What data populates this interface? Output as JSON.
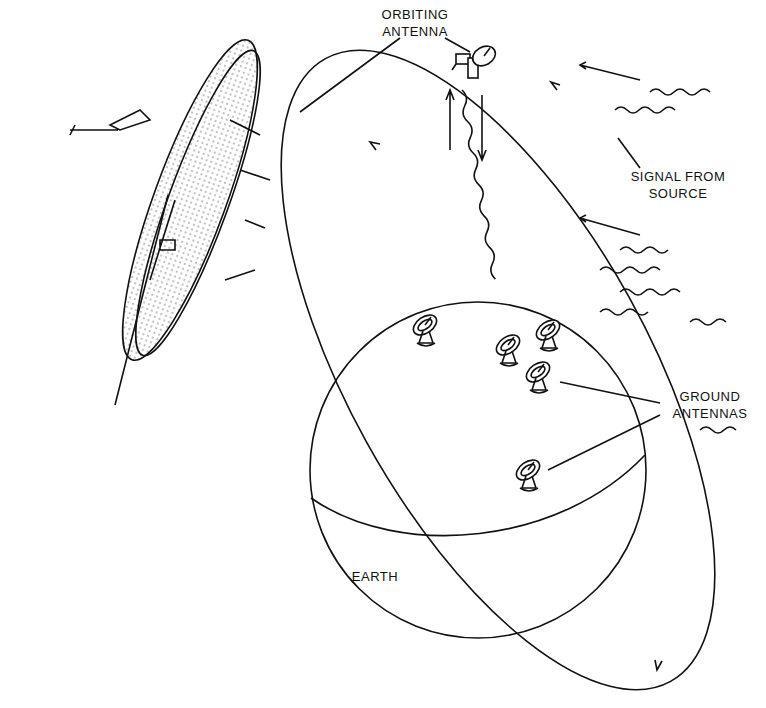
{
  "diagram": {
    "labels": [
      "ORBITING ANTENNA",
      "SIGNAL FROM SOURCE",
      "GROUND ANTENNAS",
      "EARTH"
    ]
  }
}
